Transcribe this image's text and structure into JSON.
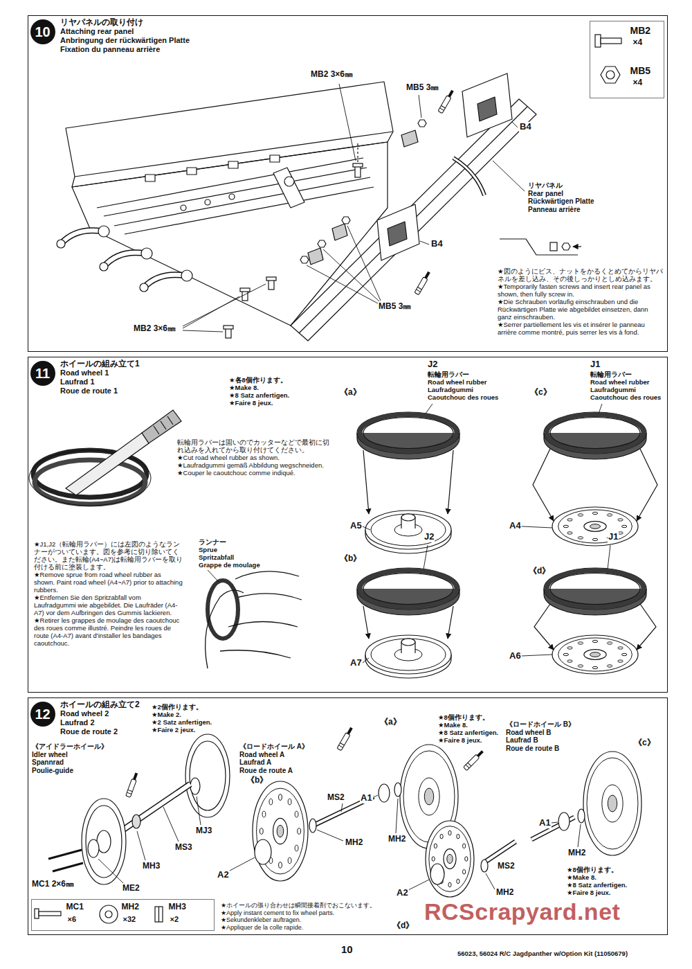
{
  "diagram": {
    "nodes": [
      {
        "text": [
          "リヤパネルの取り付け",
          "Attaching rear panel",
          "Anbringung der rückwärtigen Platte",
          "Fixation du panneau arrière"
        ]
      },
      {
        "text": [
          "10"
        ],
        "in": 0
      },
      {
        "text": [
          "MB2",
          "×4",
          "MB5",
          "×4"
        ],
        "in": 0
      },
      {
        "text": [
          "ホイールの組み立て1",
          "Road wheel 1",
          "Laufrad 1",
          "Roue de route 1"
        ]
      },
      {
        "text": [
          "11"
        ],
        "in": 3
      },
      {
        "text": [
          "ホイールの組み立て2",
          "Road wheel 2",
          "Laufrad 2",
          "Roue de route 2"
        ]
      },
      {
        "text": [
          "12"
        ],
        "in": 5
      },
      {
        "text": [
          "MC1",
          "×6",
          "MH2",
          "×32",
          "MH3",
          "×2"
        ],
        "in": 5
      }
    ],
    "labels": [
      "MB2 3×6㎜",
      "MB5 3㎜",
      "B4",
      "リヤパネル",
      "Rear panel",
      "Rückwärtigen Platte",
      "Panneau arrière",
      "B4",
      "MB2 3×6㎜",
      "MB5 3㎜",
      "★図のようにビス、ナットをかるくとめてからリヤパネルを差し込み、その後しっかりとしめ込みます。",
      "★Temporarily fasten screws and insert rear panel as shown, then fully screw in.",
      "★Die Schrauben vorläufig einschrauben und die Rückwärtigen Platte wie abgebildet einsetzen, dann ganz einschrauben.",
      "★Serrer partiellement les vis et insérer le panneau arrière comme montré, puis serrer les vis à fond.",
      "★各8個作ります。",
      "★Make 8.",
      "★8 Satz anfertigen.",
      "★Faire 8 jeux.",
      "転輪用ラバーは固いのでカッターなどで最初に切れ込みを入れてから取り付けてください。",
      "★Cut road wheel rubber as shown.",
      "★Laufradgummi gemäß Abbildung wegschneiden.",
      "★Couper le caoutchouc comme indiqué.",
      "ランナー",
      "Sprue",
      "Spritzabfall",
      "Grappe de moulage",
      "★J1,J2（転輪用ラバー）には左図のようなランナーがついています。図を参考に切り除いてください。また転輪(A4~A7)は転輪用ラバーを取り付ける前に塗装します。",
      "★Remove sprue from road wheel rubber as shown. Paint road wheel (A4~A7) prior to attaching rubbers.",
      "★Entfernen Sie den Spritzabfall vom Laufradgummi wie abgebildet. Die Laufräder (A4-A7) vor dem Aufbringen des Gummis lackieren.",
      "★Retirer les grappes de moulage des caoutchouc des roues comme illustré. Peindre les roues de route (A4-A7) avant d'installer les bandages caoutchouc.",
      "《a》",
      "J2",
      "転輪用ラバー",
      "Road wheel rubber",
      "Laufradgummi",
      "Caoutchouc des roues",
      "A5",
      "《c》",
      "J1",
      "転輪用ラバー",
      "Road wheel rubber",
      "Laufradgummi",
      "Caoutchouc des roues",
      "A4",
      "《b》",
      "J2",
      "A7",
      "《d》",
      "J1",
      "A6",
      "★2個作ります。",
      "★Make 2.",
      "★2 Satz anfertigen.",
      "★Faire 2 jeux.",
      "《アイドラーホイール》",
      "Idler wheel",
      "Spannrad",
      "Poulie-guide",
      "MS3",
      "MJ3",
      "MH3",
      "MC1 2×6㎜",
      "ME2",
      "《ロードホイール A》",
      "Road wheel A",
      "Laufrad A",
      "Roue de route A",
      "《b》",
      "A2",
      "MS2",
      "MH2",
      "《a》",
      "A1",
      "MH2",
      "★8個作ります。",
      "★Make 8.",
      "★8 Satz anfertigen.",
      "★Faire 8 jeux.",
      "《ロードホイール B》",
      "Road wheel B",
      "Laufrad B",
      "Roue de route B",
      "《c》",
      "A1",
      "MH2",
      "MS2",
      "A2",
      "MH2",
      "《d》",
      "★8個作ります。",
      "★Make 8.",
      "★8 Satz anfertigen.",
      "★Faire 8 jeux.",
      "★ホイールの張り合わせは瞬間接着剤でおこないます。",
      "★Apply instant cement to fix wheel parts.",
      "★Sekundenkleber auftragen.",
      "★Appliquer de la colle rapide.",
      "RCScrapyard.net",
      "10",
      "56023, 56024 R/C Jagdpanther w/Option Kit (11050679)"
    ]
  }
}
